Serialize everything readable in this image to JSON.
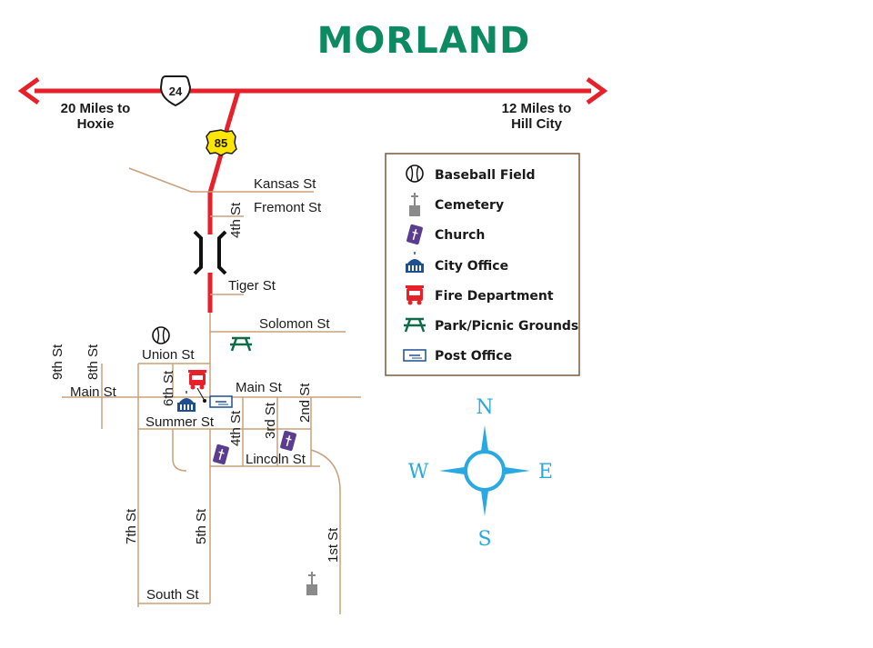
{
  "map": {
    "title": "MORLAND",
    "highways": {
      "us_shield": "24",
      "state_shield": "85",
      "west_destination": [
        "20 Miles to",
        "Hoxie"
      ],
      "east_destination": [
        "12 Miles to",
        "Hill City"
      ]
    },
    "streets": {
      "kansas": "Kansas St",
      "fremont": "Fremont St",
      "fourth_north": "4th St",
      "tiger": "Tiger St",
      "solomon": "Solomon St",
      "union": "Union St",
      "ninth": "9th St",
      "eighth": "8th St",
      "main_west": "Main St",
      "sixth": "6th St",
      "main_east": "Main St",
      "third": "3rd St",
      "second": "2nd St",
      "summer": "Summer St",
      "fourth_south": "4th St",
      "lincoln": "Lincoln St",
      "seventh": "7th St",
      "fifth": "5th St",
      "first": "1st St",
      "south": "South St"
    },
    "legend": [
      {
        "icon": "baseball-icon",
        "label": "Baseball Field"
      },
      {
        "icon": "cemetery-icon",
        "label": "Cemetery"
      },
      {
        "icon": "church-icon",
        "label": "Church"
      },
      {
        "icon": "city-office-icon",
        "label": "City Office"
      },
      {
        "icon": "fire-department-icon",
        "label": "Fire Department"
      },
      {
        "icon": "picnic-icon",
        "label": "Park/Picnic Grounds"
      },
      {
        "icon": "post-office-icon",
        "label": "Post Office"
      }
    ],
    "compass": {
      "n": "N",
      "s": "S",
      "e": "E",
      "w": "W"
    },
    "colors": {
      "title": "#0e8a63",
      "highway": "#e8202a",
      "street": "#c8a07a",
      "compass": "#29a9e1",
      "shield": "#ffe600",
      "church": "#5a3d8f",
      "city_office": "#1d4f91"
    }
  }
}
